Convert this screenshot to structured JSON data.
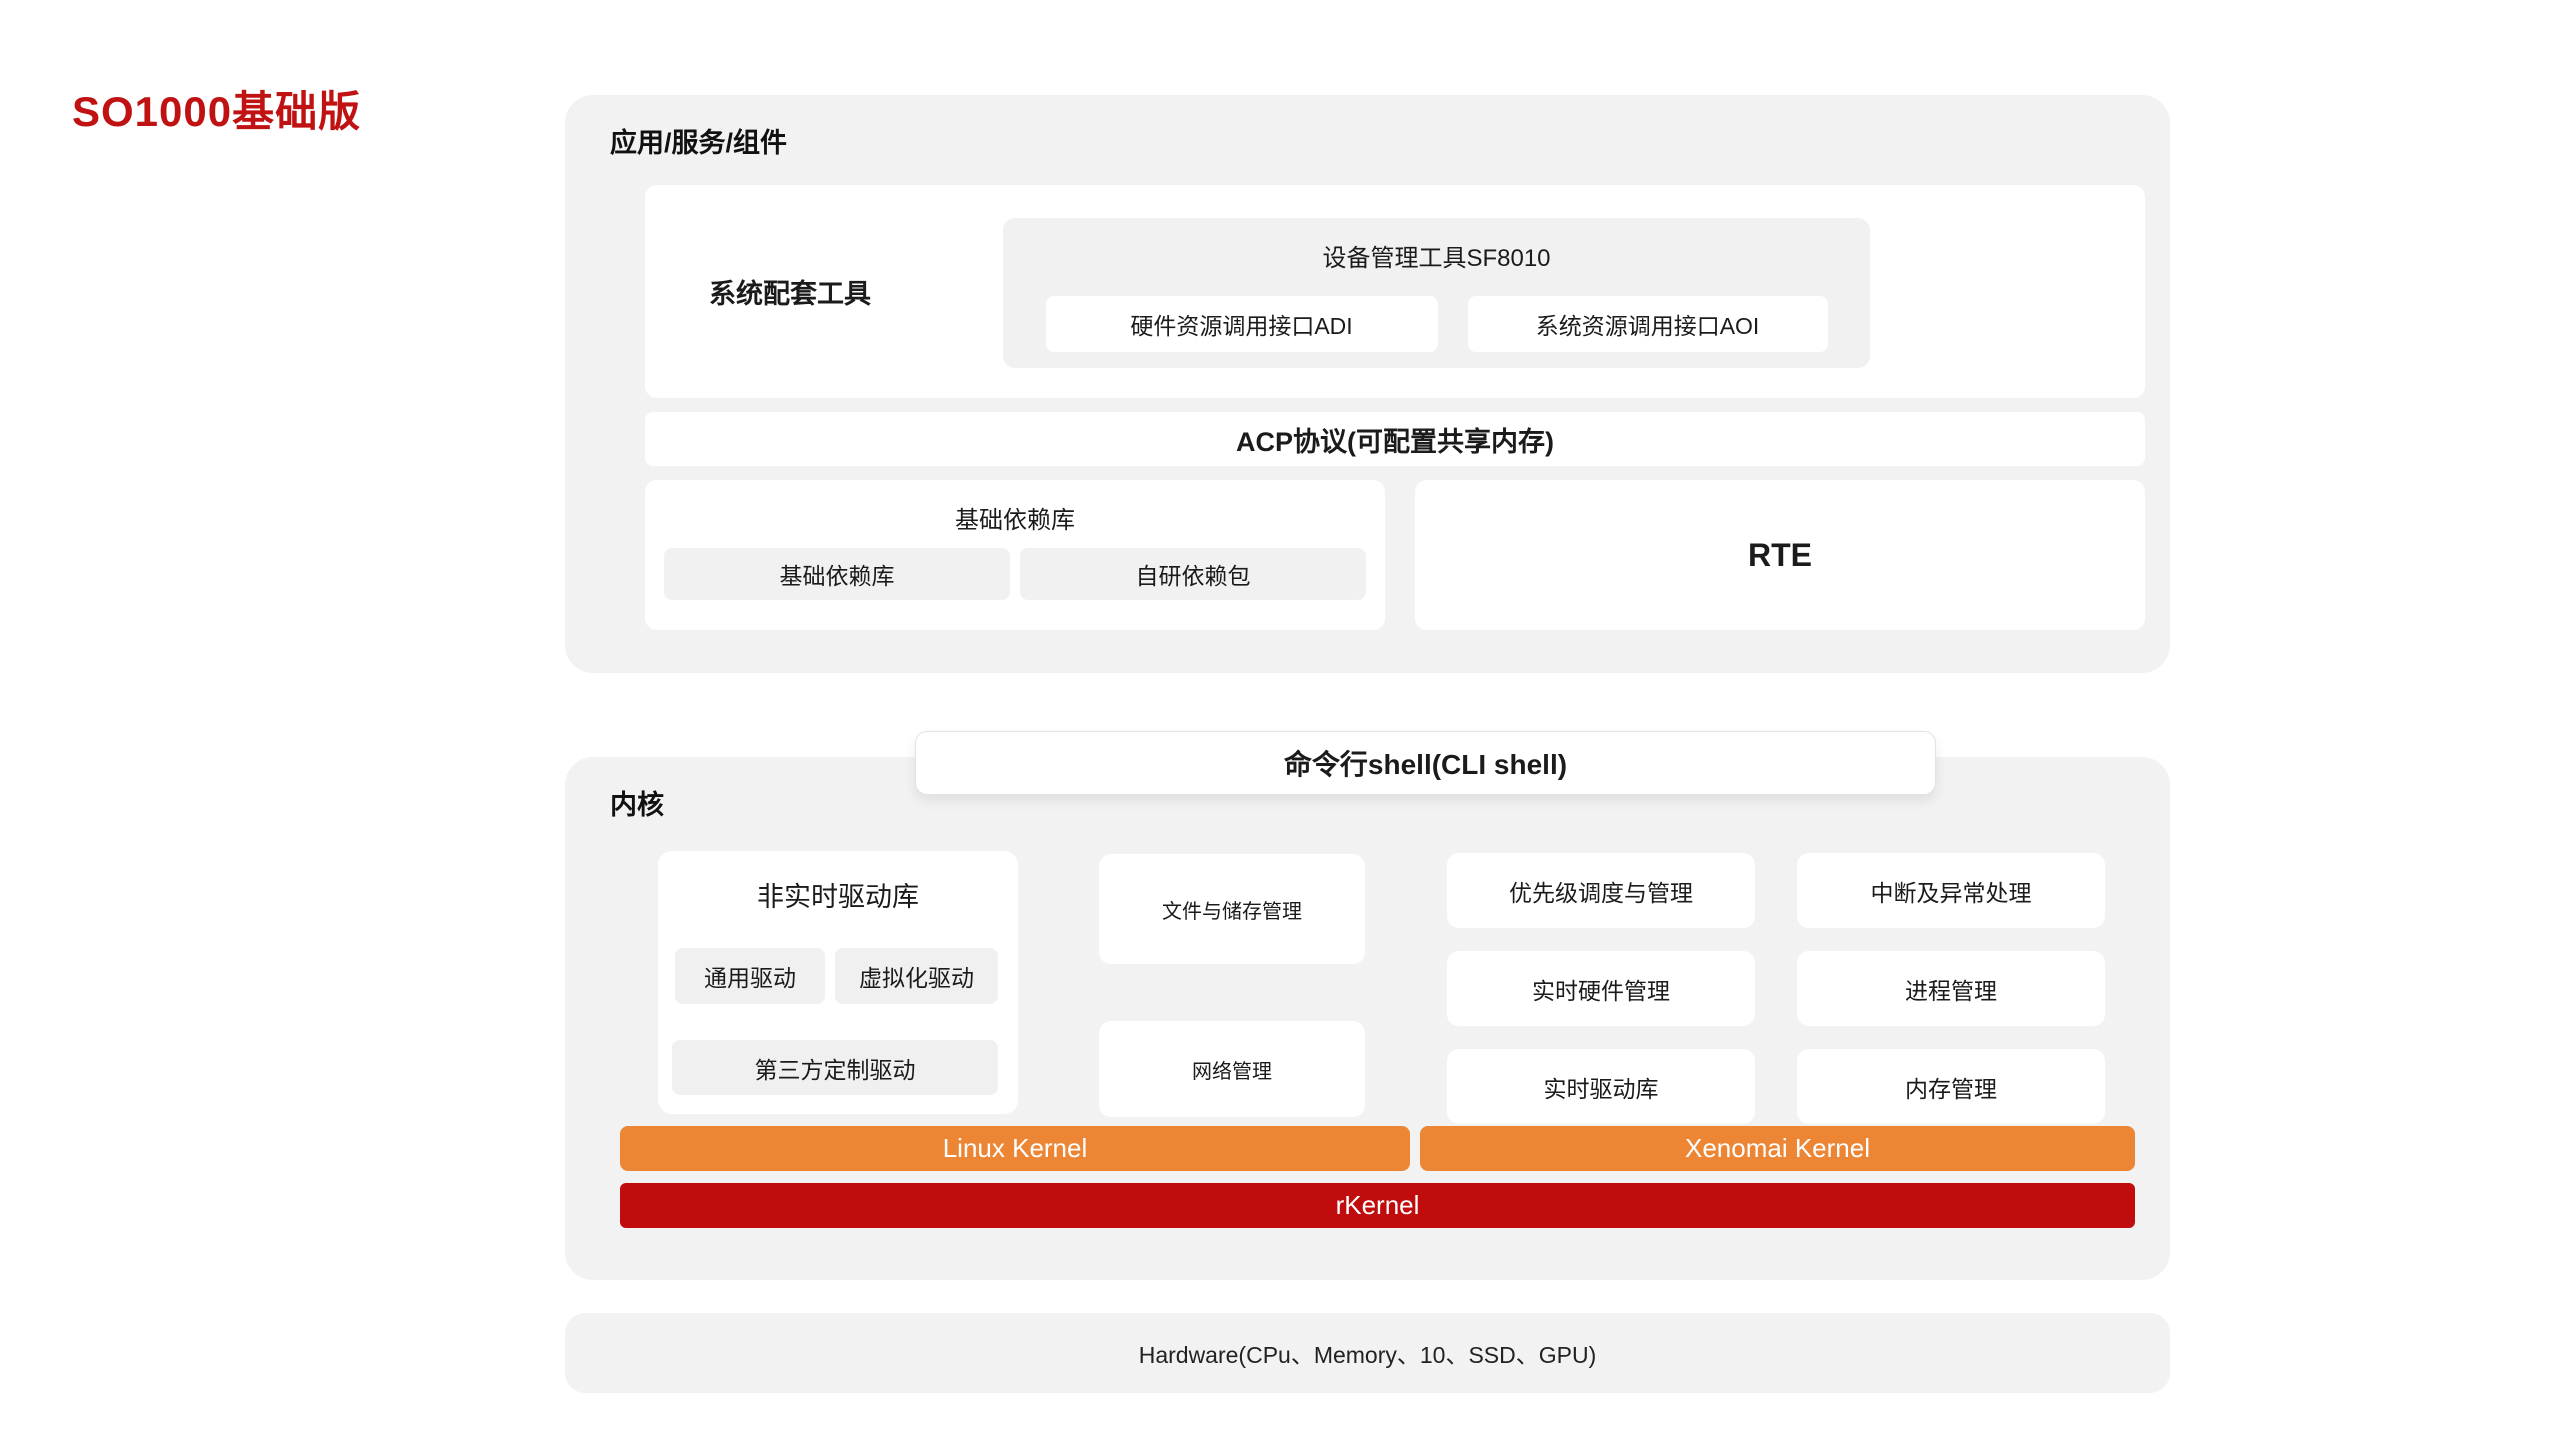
{
  "page": {
    "title": "SO1000基础版"
  },
  "colors": {
    "title_red": "#c01212",
    "bar_orange": "#ed8634",
    "bar_red": "#c00c0c",
    "panel_gray": "#f2f2f3"
  },
  "app_layer": {
    "label": "应用/服务/组件",
    "system_tools_label": "系统配套工具",
    "device_tool": {
      "title": "设备管理工具SF8010",
      "buttons": [
        "硬件资源调用接口ADI",
        "系统资源调用接口AOI"
      ]
    },
    "acp_bar": "ACP协议(可配置共享内存)",
    "base_deps": {
      "title": "基础依赖库",
      "buttons": [
        "基础依赖库",
        "自研依赖包"
      ]
    },
    "rte": "RTE"
  },
  "cli_shell": "命令行shell(CLI shell)",
  "kernel_layer": {
    "label": "内核",
    "nonrt_drivers": {
      "title": "非实时驱动库",
      "buttons": [
        "通用驱动",
        "虚拟化驱动",
        "第三方定制驱动"
      ]
    },
    "middle_boxes": [
      "文件与储存管理",
      "网络管理"
    ],
    "grid_boxes": [
      "优先级调度与管理",
      "中断及异常处理",
      "实时硬件管理",
      "进程管理",
      "实时驱动库",
      "内存管理"
    ],
    "kernels": [
      "Linux Kernel",
      "Xenomai Kernel",
      "rKernel"
    ]
  },
  "hardware": "Hardware(CPu、Memory、10、SSD、GPU)"
}
